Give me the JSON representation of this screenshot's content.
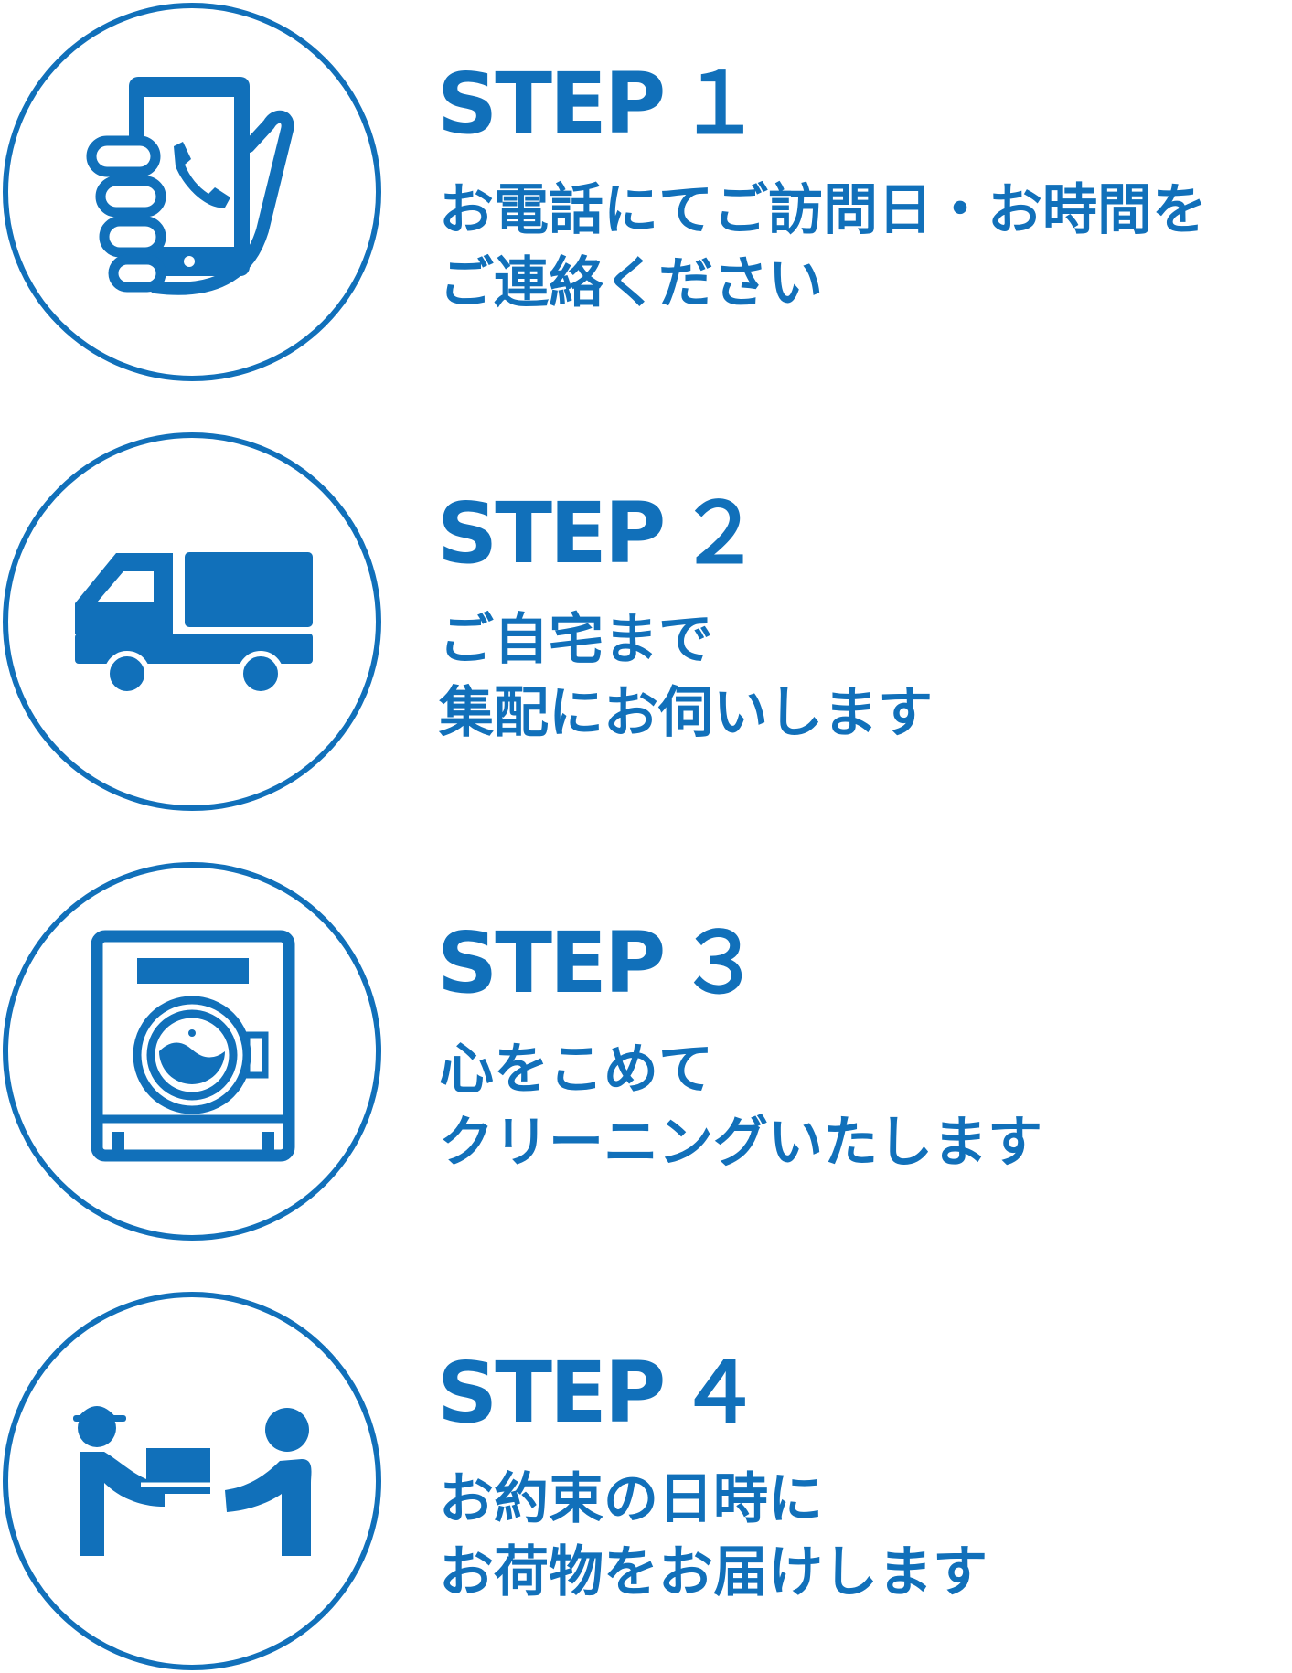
{
  "colors": {
    "accent": "#1170BA",
    "background": "#FFFFFF"
  },
  "steps": [
    {
      "title": "STEP １",
      "icon": "smartphone-in-hand-icon",
      "lines": [
        "お電話にてご訪問日・お時間を",
        "ご連絡ください"
      ]
    },
    {
      "title": "STEP ２",
      "icon": "delivery-truck-icon",
      "lines": [
        "ご自宅まで",
        "集配にお伺いします"
      ]
    },
    {
      "title": "STEP ３",
      "icon": "washing-machine-icon",
      "lines": [
        "心をこめて",
        "クリーニングいたします"
      ]
    },
    {
      "title": "STEP ４",
      "icon": "package-handover-icon",
      "lines": [
        "お約束の日時に",
        "お荷物をお届けします"
      ]
    }
  ]
}
